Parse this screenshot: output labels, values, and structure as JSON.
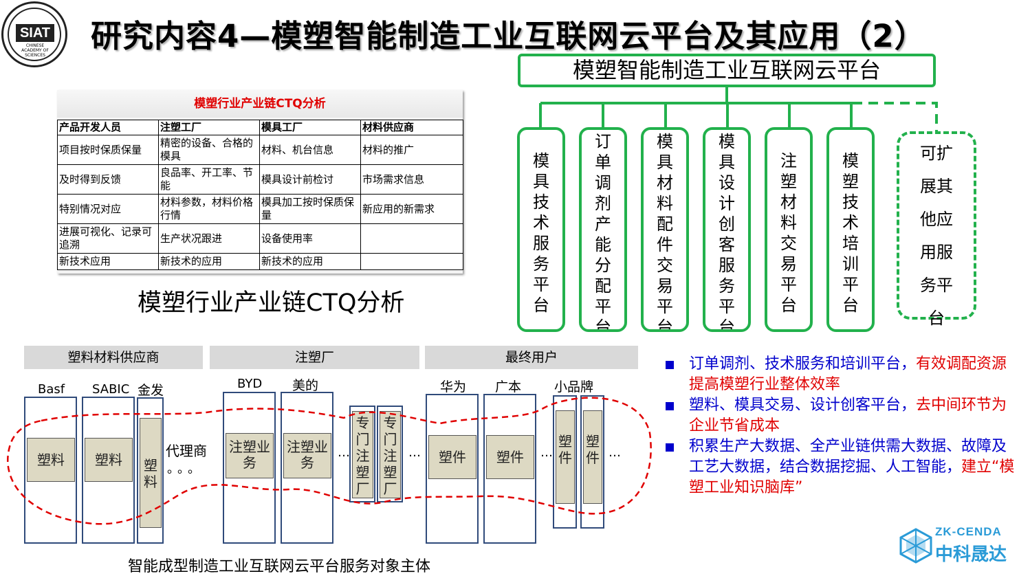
{
  "title": "研究内容4—模塑智能制造工业互联网云平台及其应用（2）",
  "logo": {
    "mark": "SIAT",
    "sub": "CHINESE ACADEMY OF SCIENCES"
  },
  "ctq": {
    "title": "模塑行业产业链CTQ分析",
    "headers": [
      "产品开发人员",
      "注塑工厂",
      "模具工厂",
      "材料供应商"
    ],
    "rows": [
      [
        "项目按时保质保量",
        "精密的设备、合格的模具",
        "材料、机台信息",
        "材料的推广"
      ],
      [
        "及时得到反馈",
        "良品率、开工率、节能",
        "模具设计前检讨",
        "市场需求信息"
      ],
      [
        "特别情况对应",
        "材料参数，材料价格行情",
        "模具加工按时保质保量",
        "新应用的新需求"
      ],
      [
        "进展可视化、记录可追溯",
        "生产状况跟进",
        "设备使用率",
        ""
      ],
      [
        "新技术应用",
        "新技术的应用",
        "新技术的应用",
        ""
      ]
    ],
    "caption": "模塑行业产业链CTQ分析"
  },
  "platform": {
    "root": "模塑智能制造工业互联网云平台",
    "subs": [
      "模具技术服务平台",
      "订单调剂产能分配平台",
      "模具材料配件交易平台",
      "模具设计创客服务平台",
      "注塑材料交易平台",
      "模塑技术培训平台"
    ],
    "extend": "可扩展其他应用服务平台"
  },
  "bottom": {
    "categories": [
      "塑料材料供应商",
      "注塑厂",
      "最终用户"
    ],
    "companies": {
      "basf": "Basf",
      "sabic": "SABIC",
      "jinfa": "金发",
      "byd": "BYD",
      "midea": "美的",
      "huawei": "华为",
      "guangben": "广本",
      "xiaopinpai": "小品牌"
    },
    "dealer": "代理商",
    "dealer_dots": "。。。",
    "inner": {
      "plastic": "塑料",
      "plastic_v": "塑料",
      "business": "注塑业务",
      "dedicated": "专门注塑厂",
      "part": "塑件",
      "part_v": "塑件"
    },
    "ellipsis": "…",
    "caption": "智能成型制造工业互联网云平台服务对象主体"
  },
  "bullets": [
    {
      "blue": "订单调剂、技术服务和培训平台，",
      "red": "有效调配资源提高模塑行业整体效率"
    },
    {
      "blue": "塑料、模具交易、设计创客平台，",
      "red": "去中间环节为企业节省成本"
    },
    {
      "blue": "积累生产大数据、全产业链供需大数据、故障及工艺大数据，结合数据挖掘、人工智能，",
      "red": "建立“模塑工业知识脑库”"
    }
  ],
  "zk_logo": {
    "en": "ZK-CENDA",
    "cn": "中科晟达"
  },
  "colors": {
    "green": "#22b14c",
    "red": "#e00000",
    "blue": "#0000cc",
    "navy": "#2f4a7a"
  }
}
